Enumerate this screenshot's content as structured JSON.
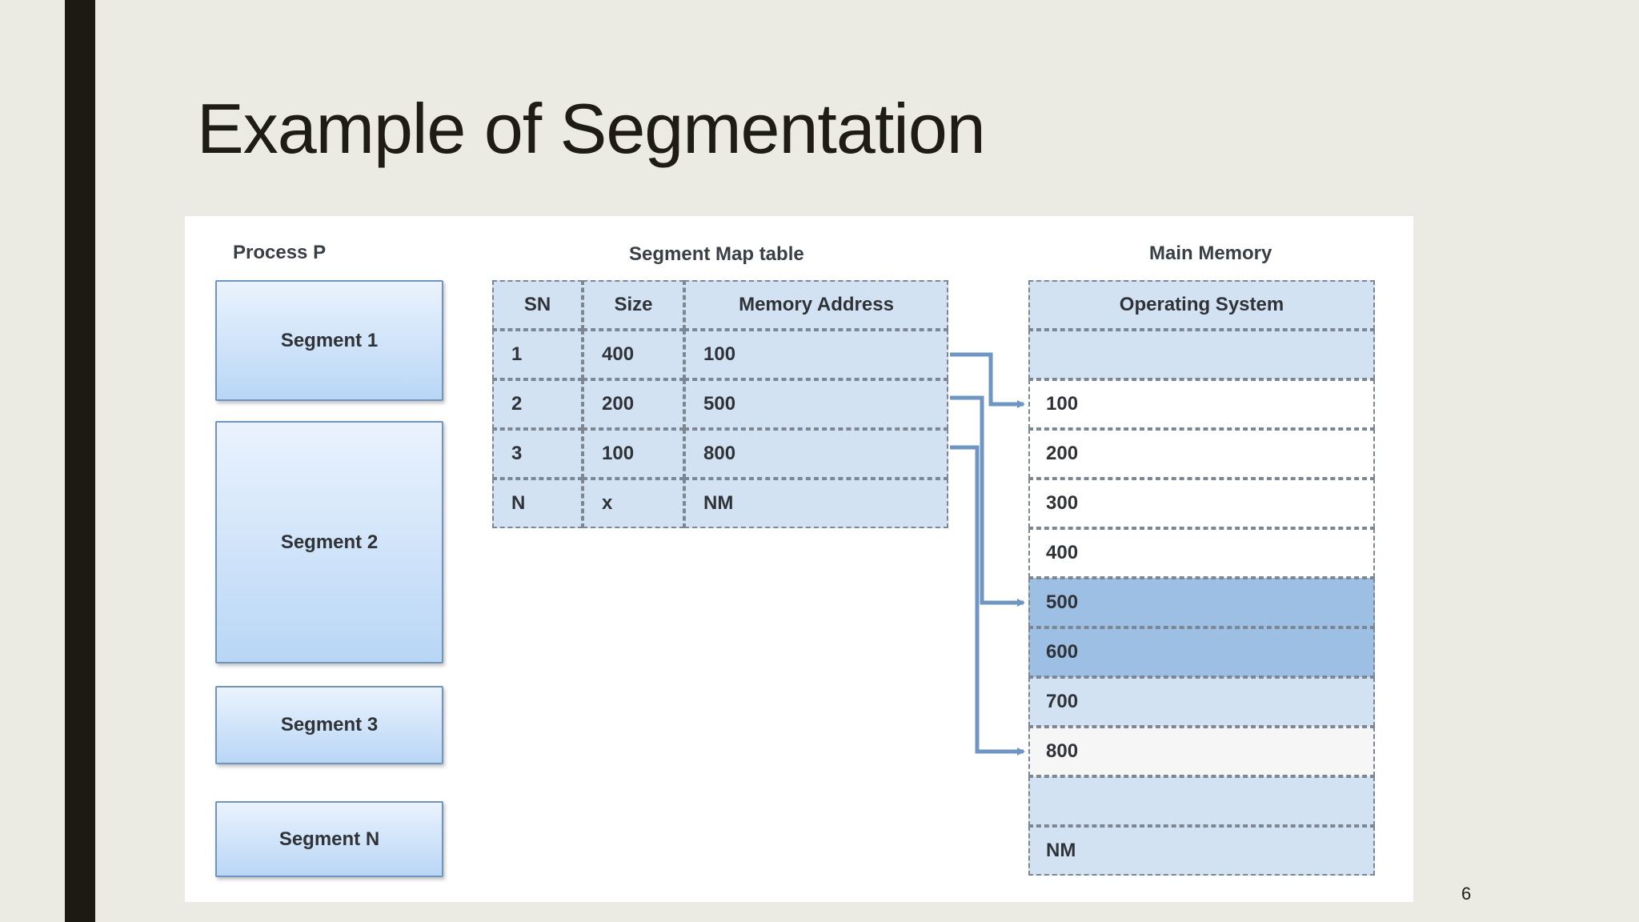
{
  "slide": {
    "title": "Example of Segmentation",
    "page_number": "6"
  },
  "process": {
    "heading": "Process P",
    "segments": [
      "Segment 1",
      "Segment 2",
      "Segment 3",
      "Segment N"
    ]
  },
  "segment_table": {
    "heading": "Segment Map table",
    "columns": [
      "SN",
      "Size",
      "Memory Address"
    ],
    "rows": [
      [
        "1",
        "400",
        "100"
      ],
      [
        "2",
        "200",
        "500"
      ],
      [
        "3",
        "100",
        "800"
      ],
      [
        "N",
        "x",
        "NM"
      ]
    ]
  },
  "main_memory": {
    "heading": "Main Memory",
    "blocks": [
      {
        "label": "Operating System",
        "fill": "#d2e2f3"
      },
      {
        "label": "",
        "fill": "#d2e2f3"
      },
      {
        "label": "100",
        "fill": "#ffffff"
      },
      {
        "label": "200",
        "fill": "#ffffff"
      },
      {
        "label": "300",
        "fill": "#ffffff"
      },
      {
        "label": "400",
        "fill": "#ffffff"
      },
      {
        "label": "500",
        "fill": "#9dbfe4"
      },
      {
        "label": "600",
        "fill": "#9dbfe4"
      },
      {
        "label": "700",
        "fill": "#d2e2f3"
      },
      {
        "label": "800",
        "fill": "#f6f6f6"
      },
      {
        "label": "",
        "fill": "#d2e2f3"
      },
      {
        "label": "NM",
        "fill": "#d2e2f3"
      }
    ]
  },
  "arrows": [
    {
      "from_segment": "1",
      "to_block": "100"
    },
    {
      "from_segment": "2",
      "to_block": "500"
    },
    {
      "from_segment": "3",
      "to_block": "800"
    }
  ],
  "colors": {
    "arrow": "#6f95c2",
    "cell_border": "#7c8793",
    "segment_gradient_top": "#eaf3fd",
    "segment_gradient_bottom": "#b9d6f6"
  }
}
